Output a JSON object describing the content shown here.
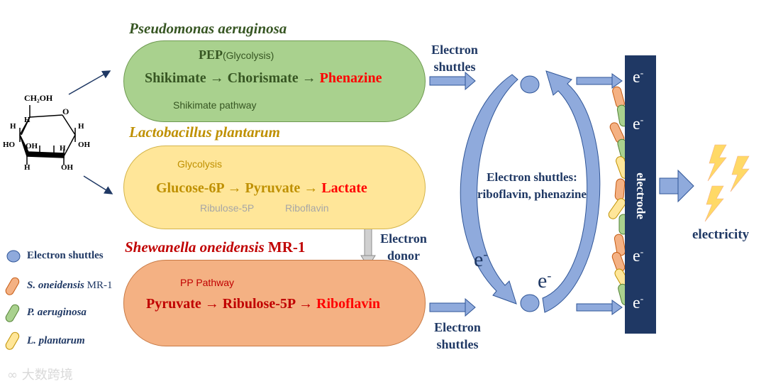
{
  "organisms": {
    "pseudomonas": {
      "title": "Pseudomonas aeruginosa",
      "color": "#375623"
    },
    "lactobacillus": {
      "title": "Lactobacillus plantarum",
      "color": "#bf9000"
    },
    "shewanella": {
      "title_italic": "Shewanella oneidensis",
      "title_suffix": "MR-1",
      "color": "#c00000"
    }
  },
  "green_box": {
    "pep": "PEP",
    "pep_note": "(Glycolysis)",
    "pathway_main": "Shikimate → Chorismate → ",
    "product": "Phenazine",
    "pathway_label": "Shikimate pathway"
  },
  "yellow_box": {
    "top_label": "Glycolysis",
    "pathway_main": "Glucose-6P → Pyruvate → ",
    "product": "Lactate",
    "side_branch": "Ribulose-5P",
    "side_product": "Riboflavin"
  },
  "orange_box": {
    "top_label": "PP Pathway",
    "pathway_main": "Pyruvate → Ribulose-5P → ",
    "product": "Riboflavin"
  },
  "labels": {
    "shuttles_top": [
      "Electron",
      "shuttles"
    ],
    "shuttles_bottom": [
      "Electron",
      "shuttles"
    ],
    "donor": [
      "Electron",
      "donor"
    ],
    "cycle_center": [
      "Electron shuttles:",
      "riboflavin, phenazine"
    ],
    "electrode": "electrode",
    "electricity": "electricity",
    "e_minus": "e",
    "minus": "-"
  },
  "glucose": {
    "ch2oh": "CH₂OH",
    "o": "O",
    "h": "H",
    "oh": "OH",
    "ho": "HO"
  },
  "legend": [
    {
      "text": "Electron shuttles",
      "italic": false,
      "icon": "circle",
      "color": "#8faadc"
    },
    {
      "text_italic": "S. oneidensis",
      "text_suffix": " MR-1",
      "icon": "pill",
      "color": "#f4b183"
    },
    {
      "text_italic": "P. aeruginosa",
      "text_suffix": "",
      "icon": "pill",
      "color": "#a9d18e"
    },
    {
      "text_italic": "L. plantarum",
      "text_suffix": "",
      "icon": "pill",
      "color": "#ffe699"
    }
  ],
  "watermark": "大数跨境"
}
